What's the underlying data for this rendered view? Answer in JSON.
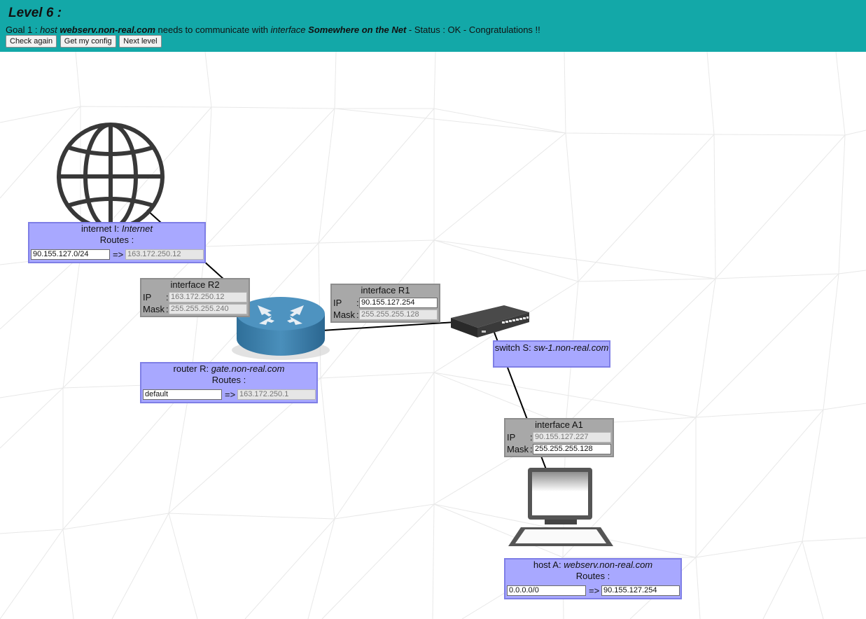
{
  "header": {
    "title": "Level 6 :",
    "goal": {
      "prefix": "Goal 1 : ",
      "host_word": "host",
      "host_name": "webserv.non-real.com",
      "middle": " needs to communicate with ",
      "iface_word": "interface",
      "iface_name": "Somewhere on the Net",
      "status": " - Status : OK - Congratulations !!"
    },
    "buttons": {
      "check": "Check again",
      "config": "Get my config",
      "next": "Next level"
    }
  },
  "internet": {
    "kind": "internet I: ",
    "name": "Internet",
    "routes_label": "Routes :",
    "route_dest": "90.155.127.0/24",
    "arrow": "=>",
    "route_gw": "163.172.250.12"
  },
  "iface_r2": {
    "title": "interface R2",
    "ip_label": "IP",
    "mask_label": "Mask",
    "colon": ":",
    "ip": "163.172.250.12",
    "mask": "255.255.255.240"
  },
  "iface_r1": {
    "title": "interface R1",
    "ip_label": "IP",
    "mask_label": "Mask",
    "colon": ":",
    "ip": "90.155.127.254",
    "mask": "255.255.255.128"
  },
  "router": {
    "kind": "router R: ",
    "name": "gate.non-real.com",
    "routes_label": "Routes :",
    "route_dest": "default",
    "arrow": "=>",
    "route_gw": "163.172.250.1"
  },
  "switch": {
    "kind": "switch S: ",
    "name": "sw-1.non-real.com"
  },
  "iface_a1": {
    "title": "interface A1",
    "ip_label": "IP",
    "mask_label": "Mask",
    "colon": ":",
    "ip": "90.155.127.227",
    "mask": "255.255.255.128"
  },
  "host": {
    "kind": "host A: ",
    "name": "webserv.non-real.com",
    "routes_label": "Routes :",
    "route_dest": "0.0.0.0/0",
    "arrow": "=>",
    "route_gw": "90.155.127.254"
  },
  "colors": {
    "header": "#13a8a8",
    "node_box": "#a8a8ff",
    "iface_box": "#a8a8a8"
  },
  "icons": {
    "internet": "globe-icon",
    "router": "router-icon",
    "switch": "switch-icon",
    "host": "laptop-icon"
  }
}
